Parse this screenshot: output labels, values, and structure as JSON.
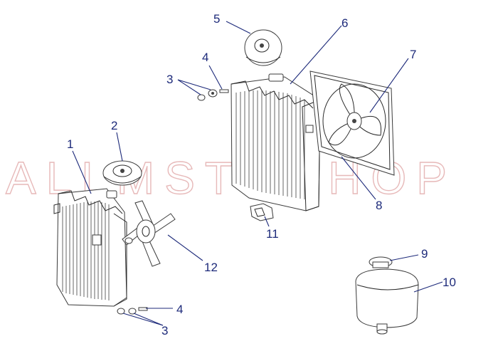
{
  "watermark": "ALLMSTI SHOP",
  "callouts": [
    {
      "id": "c1",
      "label": "1"
    },
    {
      "id": "c2",
      "label": "2"
    },
    {
      "id": "c3a",
      "label": "3"
    },
    {
      "id": "c3b",
      "label": "3"
    },
    {
      "id": "c4a",
      "label": "4"
    },
    {
      "id": "c4b",
      "label": "4"
    },
    {
      "id": "c5",
      "label": "5"
    },
    {
      "id": "c6",
      "label": "6"
    },
    {
      "id": "c7",
      "label": "7"
    },
    {
      "id": "c8",
      "label": "8"
    },
    {
      "id": "c9",
      "label": "9"
    },
    {
      "id": "c10",
      "label": "10"
    },
    {
      "id": "c11",
      "label": "11"
    },
    {
      "id": "c12",
      "label": "12"
    }
  ],
  "colors": {
    "callout": "#1d2a7a",
    "watermark": "#e7b9b9",
    "ink": "#2a2a2a"
  }
}
